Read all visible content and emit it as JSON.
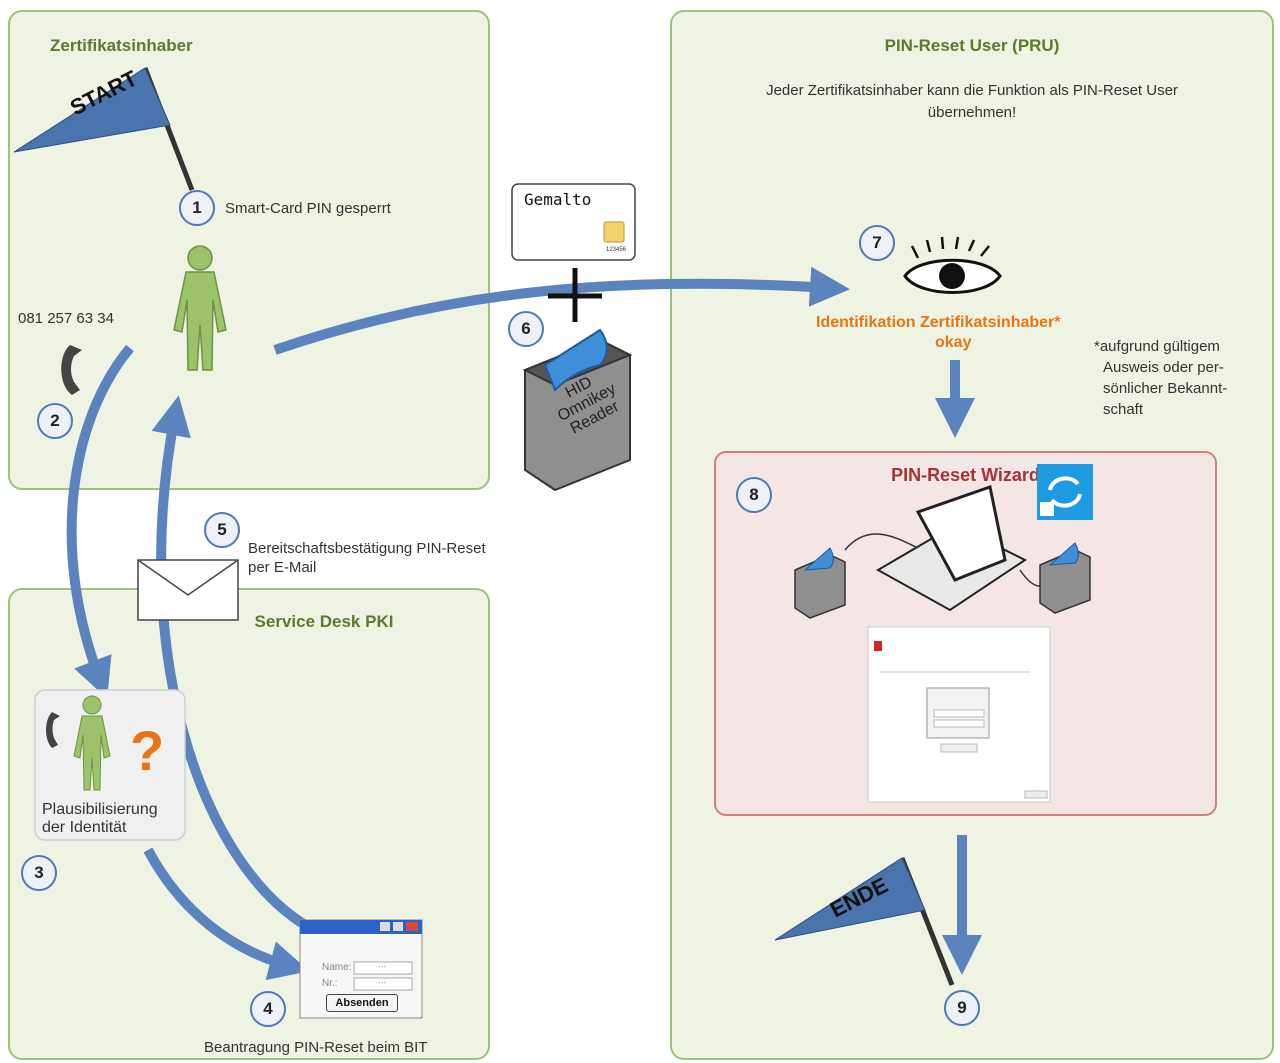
{
  "panels": {
    "holder_title": "Zertifikatsinhaber",
    "pru_title": "PIN-Reset User (PRU)",
    "pru_desc_line1": "Jeder Zertifikatsinhaber kann die Funktion als PIN-Reset User",
    "pru_desc_line2": "übernehmen!",
    "service_title": "Service Desk PKI"
  },
  "flags": {
    "start": "START",
    "end": "ENDE"
  },
  "steps": {
    "s1": "1",
    "s2": "2",
    "s3": "3",
    "s4": "4",
    "s5": "5",
    "s6": "6",
    "s7": "7",
    "s8": "8",
    "s9": "9"
  },
  "labels": {
    "pin_locked": "Smart-Card PIN gesperrt",
    "phone_number": "081 257 63 34",
    "confirmation_line1": "Bereitschaftsbestätigung PIN-Reset",
    "confirmation_line2": "per E-Mail",
    "plausibility_line1": "Plausibilisierung",
    "plausibility_line2": "der Identität",
    "request": "Beantragung PIN-Reset beim BIT",
    "ident_line1": "Identifikation Zertifikatsinhaber*",
    "ident_line2": "okay",
    "footnote_line1": "*aufgrund gültigem",
    "footnote_line2": "Ausweis oder per-",
    "footnote_line3": "sönlicher Bekannt-",
    "footnote_line4": "schaft",
    "wizard_title": "PIN-Reset Wizard"
  },
  "card": {
    "brand": "Gemalto",
    "number": "123456"
  },
  "reader": {
    "line1": "HID",
    "line2": "Omnikey",
    "line3": "Reader"
  },
  "form": {
    "name_label": "Name:",
    "nr_label": "Nr.:",
    "submit_label": "Absenden",
    "dots": "..."
  },
  "icons": {
    "start_flag": "start-flag-icon",
    "end_flag": "end-flag-icon",
    "person": "person-icon",
    "phone": "phone-icon",
    "envelope": "envelope-icon",
    "eye": "eye-icon",
    "card_reader": "card-reader-icon",
    "laptop": "laptop-icon",
    "app": "refresh-app-icon"
  },
  "colors": {
    "panel_fill": "#eef3e4",
    "panel_border": "#9bc37a",
    "panel_title": "#5c7a2e",
    "arrow": "#5b84be",
    "flag": "#4a74ad",
    "wizard_fill": "#f5e6e6",
    "wizard_border": "#d08080",
    "wizard_title": "#a83232",
    "ident": "#e87511"
  }
}
